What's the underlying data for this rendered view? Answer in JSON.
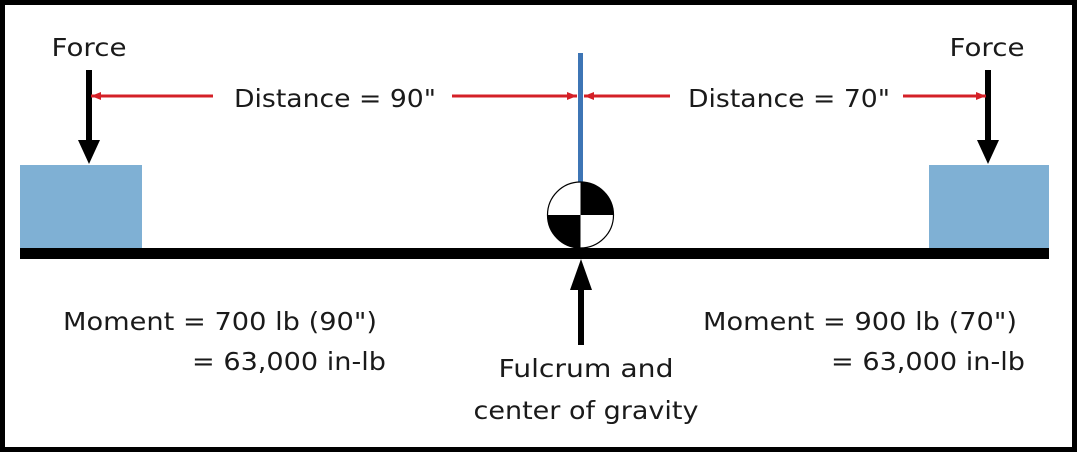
{
  "figure": {
    "title": "Lever moment balance diagram",
    "colors": {
      "weight_box": "#7fb0d4",
      "datum_line": "#3d75b5",
      "distance_arrow": "#d42027",
      "beam": "#000000",
      "border": "#000000"
    },
    "left": {
      "force_label": "Force",
      "distance_label": "Distance = 90\"",
      "moment_line1": "Moment = 700 lb (90\")",
      "moment_line2": "= 63,000 in-lb"
    },
    "right": {
      "force_label": "Force",
      "distance_label": "Distance = 70\"",
      "moment_line1": "Moment = 900 lb (70\")",
      "moment_line2": "= 63,000 in-lb"
    },
    "fulcrum": {
      "label_line1": "Fulcrum and",
      "label_line2": "center of gravity"
    }
  }
}
